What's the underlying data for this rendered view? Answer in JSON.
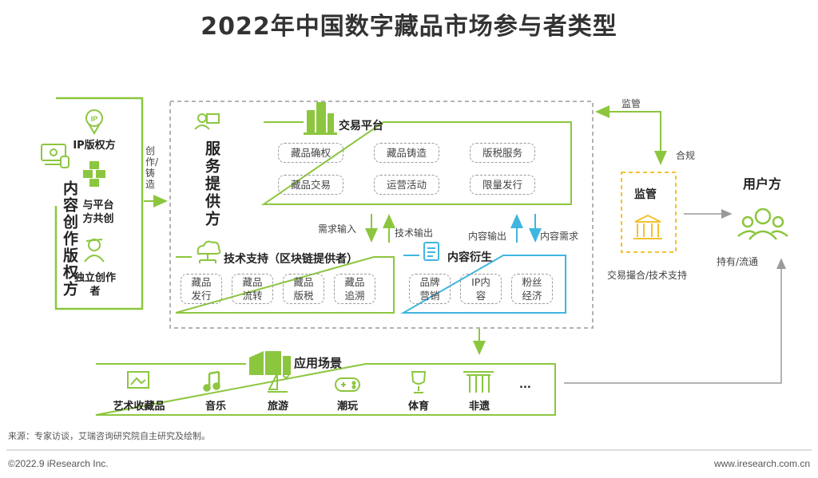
{
  "title": "2022年中国数字藏品市场参与者类型",
  "creators": {
    "heading": "内容创作版权方",
    "items": [
      "IP版权方",
      "与平台方共创",
      "独立创作者"
    ],
    "flow_label": "创作/铸造"
  },
  "service": {
    "heading": "服务提供方",
    "trading": {
      "title": "交易平台",
      "items": [
        "藏品确权",
        "藏品铸造",
        "版税服务",
        "藏品交易",
        "运营活动",
        "限量发行"
      ]
    },
    "tech": {
      "title": "技术支持（区块链提供者）",
      "items": [
        "藏品发行",
        "藏品流转",
        "藏品版税",
        "藏品追溯"
      ]
    },
    "derivative": {
      "title": "内容衍生",
      "items": [
        "品牌营销",
        "IP内容",
        "粉丝经济"
      ]
    },
    "arrows": {
      "demand_input": "需求输入",
      "tech_output": "技术输出",
      "content_output": "内容输出",
      "content_demand": "内容需求"
    }
  },
  "regulator": {
    "title": "监管",
    "top_label": "监管",
    "compliance_label": "合规",
    "bottom_label": "交易撮合/技术支持"
  },
  "user": {
    "title": "用户方",
    "hold_label": "持有/流通"
  },
  "scenes": {
    "title": "应用场景",
    "items": [
      "艺术收藏品",
      "音乐",
      "旅游",
      "潮玩",
      "体育",
      "非遗"
    ],
    "more": "..."
  },
  "footer": {
    "source": "来源：专家访谈，艾瑞咨询研究院自主研究及绘制。",
    "copyright": "©2022.9 iResearch Inc.",
    "website": "www.iresearch.com.cn"
  },
  "colors": {
    "green": "#8cc63f",
    "cyan": "#3fb6e0",
    "yellow": "#f2c230",
    "grey": "#9a9a9a"
  }
}
